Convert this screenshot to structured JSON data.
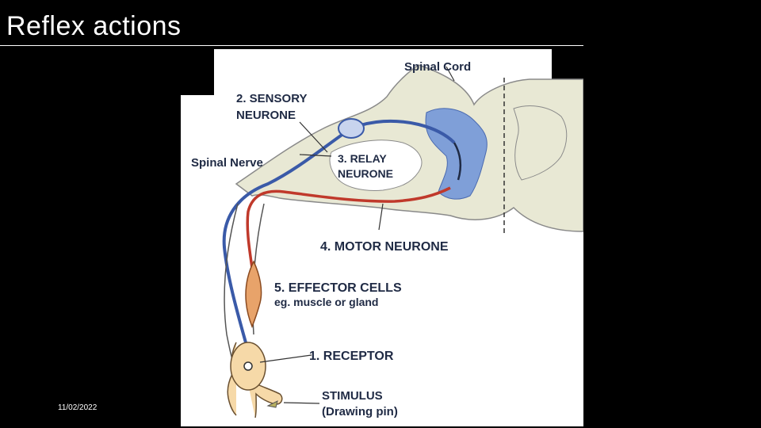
{
  "slide": {
    "title": "Reflex actions",
    "date": "11/02/2022"
  },
  "diagram": {
    "labels": {
      "spinal_cord": "Spinal Cord",
      "sensory_line1": "2. SENSORY",
      "sensory_line2": "NEURONE",
      "spinal_nerve": "Spinal Nerve",
      "relay_line1": "3. RELAY",
      "relay_line2": "NEURONE",
      "motor": "4. MOTOR NEURONE",
      "effector_line1": "5. EFFECTOR CELLS",
      "effector_line2": "eg. muscle or gland",
      "receptor": "1. RECEPTOR",
      "stimulus_line1": "STIMULUS",
      "stimulus_line2": "(Drawing pin)"
    },
    "colors": {
      "sensory": "#3a5aa8",
      "motor": "#c0392b",
      "grey_matter": "#7f9fd8",
      "white_matter": "#e8e8d4",
      "skin": "#f6d9a8",
      "muscle": "#e8a36a"
    }
  }
}
